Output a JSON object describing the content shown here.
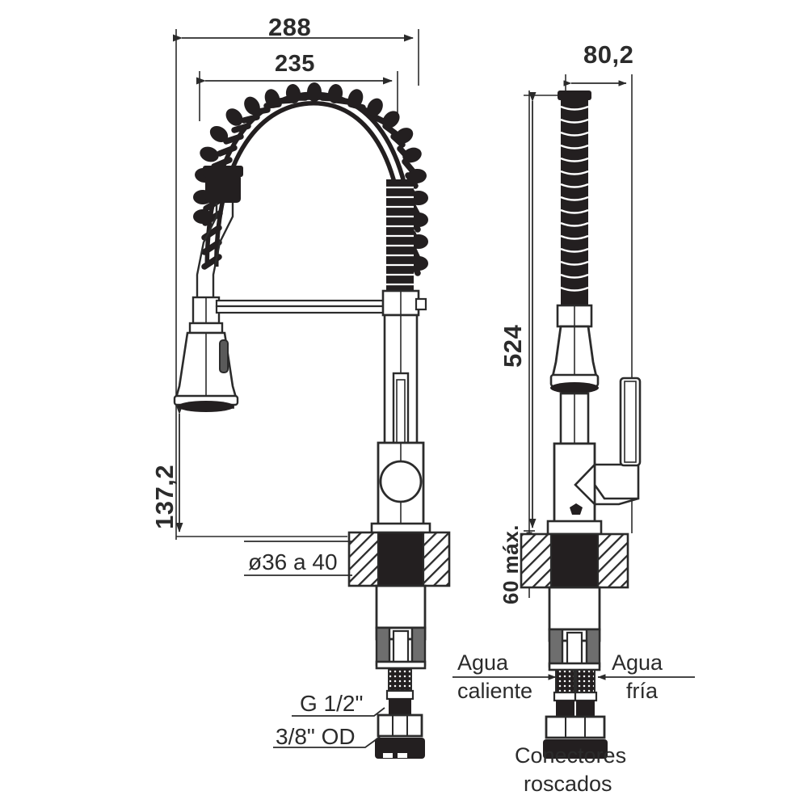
{
  "document": {
    "type": "technical-dimension-drawing",
    "subject": "Pull-down spring kitchen faucet",
    "units": "mm",
    "language": "es",
    "background_color": "#ffffff",
    "line_color": "#2b2b2b",
    "fill_dark_color": "#231f20"
  },
  "views": {
    "front": {
      "name": "front-elevation",
      "label": ""
    },
    "side": {
      "name": "side-elevation",
      "label": ""
    }
  },
  "dimensions": {
    "overall_width": "288",
    "spout_reach": "235",
    "sprayer_clearance_height": "137,2",
    "side_depth": "80,2",
    "overall_height": "524",
    "deck_thickness_max": "60 máx."
  },
  "callouts": {
    "mount_hole": "ø36 a 40",
    "thread_inlet": "G 1/2\"",
    "tube_outer_diameter": "3/8\" OD",
    "hot_water_line1": "Agua",
    "hot_water_line2": "caliente",
    "cold_water_line1": "Agua",
    "cold_water_line2": "fría",
    "connectors_line1": "Conectores",
    "connectors_line2": "roscados"
  },
  "icons": {
    "arrow": "dimension-arrow",
    "hatch": "section-hatch"
  }
}
